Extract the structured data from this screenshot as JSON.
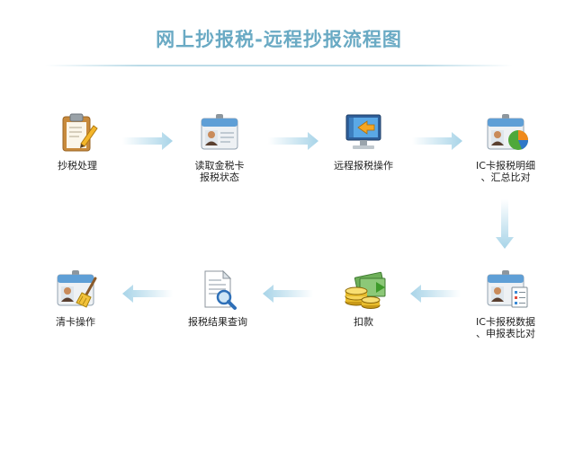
{
  "title": "网上抄报税-远程抄报流程图",
  "steps": [
    {
      "id": "chaoshui",
      "lines": [
        "抄税处理"
      ],
      "icon": "clipboard-pen-icon"
    },
    {
      "id": "duqu",
      "lines": [
        "读取金税卡",
        "报税状态"
      ],
      "icon": "id-card-icon"
    },
    {
      "id": "yuancheng",
      "lines": [
        "远程报税操作"
      ],
      "icon": "monitor-arrow-icon"
    },
    {
      "id": "icmingxi",
      "lines": [
        "IC卡报税明细",
        "、汇总比对"
      ],
      "icon": "id-card-piechart-icon"
    },
    {
      "id": "icshuju",
      "lines": [
        "IC卡报税数据",
        "、申报表比对"
      ],
      "icon": "id-card-checklist-icon"
    },
    {
      "id": "koukuan",
      "lines": [
        "扣款"
      ],
      "icon": "coins-money-icon"
    },
    {
      "id": "chaxun",
      "lines": [
        "报税结果查询"
      ],
      "icon": "document-search-icon"
    },
    {
      "id": "qingka",
      "lines": [
        "清卡操作"
      ],
      "icon": "id-card-broom-icon"
    }
  ],
  "colors": {
    "title": "#6aaac4",
    "arrow": "#a8d4e8",
    "card_blue": "#5f9fd6",
    "card_body": "#eef1f4"
  }
}
